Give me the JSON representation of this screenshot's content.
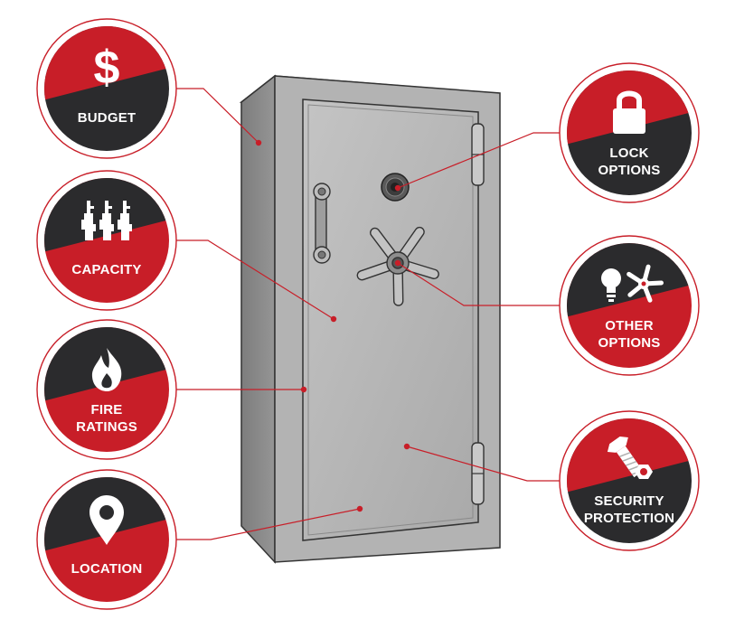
{
  "colors": {
    "red": "#c81e28",
    "dark": "#2b2b2d",
    "ring": "#c81e28",
    "safe_body": "#a7a7a7",
    "safe_side": "#8c8c8c",
    "safe_door": "#b9b9b9",
    "leader": "#c81e28"
  },
  "badges": [
    {
      "id": "budget",
      "lines": [
        "BUDGET"
      ],
      "icon": "dollar-icon",
      "split": "dark-bottom"
    },
    {
      "id": "capacity",
      "lines": [
        "CAPACITY"
      ],
      "icon": "rifles-icon",
      "split": "dark-top"
    },
    {
      "id": "fire-ratings",
      "lines": [
        "FIRE",
        "RATINGS"
      ],
      "icon": "flame-icon",
      "split": "dark-top"
    },
    {
      "id": "location",
      "lines": [
        "LOCATION"
      ],
      "icon": "map-pin-icon",
      "split": "dark-top"
    },
    {
      "id": "lock-options",
      "lines": [
        "LOCK",
        "OPTIONS"
      ],
      "icon": "padlock-icon",
      "split": "dark-bottom"
    },
    {
      "id": "other-options",
      "lines": [
        "OTHER",
        "OPTIONS"
      ],
      "icon": "lightbulb-spindle-icon",
      "split": "dark-top"
    },
    {
      "id": "security-protection",
      "lines": [
        "SECURITY",
        "PROTECTION"
      ],
      "icon": "bolt-nut-icon",
      "split": "dark-bottom"
    }
  ]
}
